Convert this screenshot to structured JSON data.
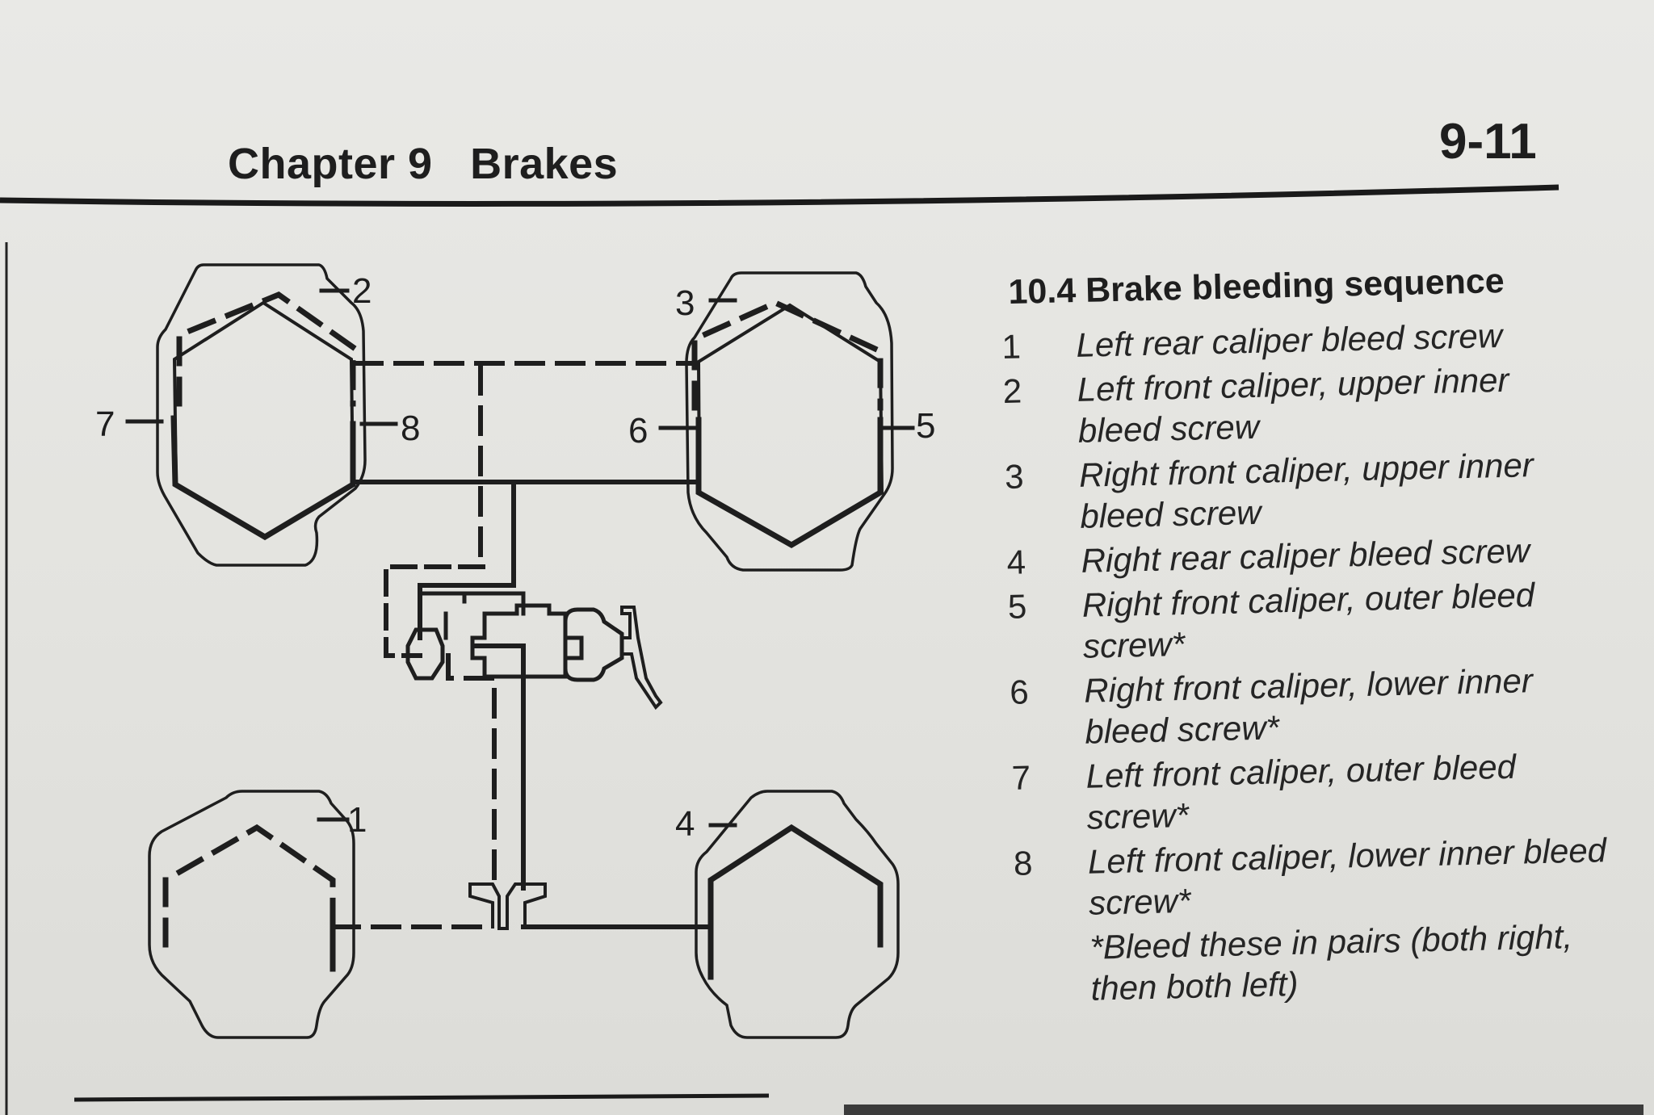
{
  "header": {
    "chapter": "Chapter 9   Brakes",
    "page_number": "9-11"
  },
  "figure": {
    "title": "10.4 Brake bleeding sequence",
    "callouts": [
      "1",
      "2",
      "3",
      "4",
      "5",
      "6",
      "7",
      "8"
    ],
    "legend": [
      {
        "num": "1",
        "text": "Left rear caliper bleed screw"
      },
      {
        "num": "2",
        "text": "Left front caliper, upper inner bleed screw"
      },
      {
        "num": "3",
        "text": "Right front caliper, upper inner bleed screw"
      },
      {
        "num": "4",
        "text": "Right rear caliper bleed screw"
      },
      {
        "num": "5",
        "text": "Right front caliper, outer bleed screw*"
      },
      {
        "num": "6",
        "text": "Right front caliper, lower inner bleed screw*"
      },
      {
        "num": "7",
        "text": "Left front caliper, outer bleed screw*"
      },
      {
        "num": "8",
        "text": "Left front caliper, lower inner bleed screw*"
      }
    ],
    "footnote": "*Bleed these in pairs (both right, then both left)"
  }
}
